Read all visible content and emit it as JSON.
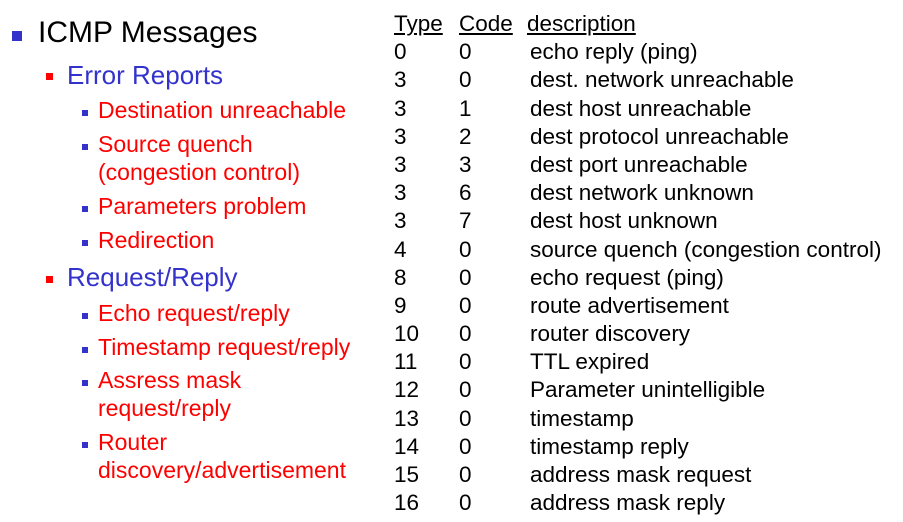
{
  "outline": {
    "title": "ICMP Messages",
    "groups": [
      {
        "label": "Error Reports",
        "items": [
          [
            "Destination unreachable"
          ],
          [
            "Source quench",
            "(congestion control)"
          ],
          [
            "Parameters problem"
          ],
          [
            "Redirection"
          ]
        ]
      },
      {
        "label": "Request/Reply",
        "items": [
          [
            "Echo request/reply"
          ],
          [
            "Timestamp request/reply"
          ],
          [
            "Assress mask",
            "request/reply"
          ],
          [
            "Router",
            "discovery/advertisement"
          ]
        ]
      }
    ]
  },
  "table": {
    "headers": {
      "type": "Type",
      "code": "Code",
      "description": "description"
    },
    "rows": [
      {
        "type": "0",
        "code": "0",
        "description": "echo reply (ping)"
      },
      {
        "type": "3",
        "code": "0",
        "description": "dest. network unreachable"
      },
      {
        "type": "3",
        "code": "1",
        "description": "dest host unreachable"
      },
      {
        "type": "3",
        "code": "2",
        "description": "dest protocol unreachable"
      },
      {
        "type": "3",
        "code": "3",
        "description": "dest port unreachable"
      },
      {
        "type": "3",
        "code": "6",
        "description": "dest network unknown"
      },
      {
        "type": "3",
        "code": "7",
        "description": "dest host unknown"
      },
      {
        "type": "4",
        "code": "0",
        "description": "source quench (congestion control)"
      },
      {
        "type": "8",
        "code": "0",
        "description": "echo request (ping)"
      },
      {
        "type": "9",
        "code": "0",
        "description": "route advertisement"
      },
      {
        "type": "10",
        "code": "0",
        "description": "router discovery"
      },
      {
        "type": "11",
        "code": "0",
        "description": "TTL expired"
      },
      {
        "type": "12",
        "code": "0",
        "description": "Parameter unintelligible"
      },
      {
        "type": "13",
        "code": "0",
        "description": "timestamp"
      },
      {
        "type": "14",
        "code": "0",
        "description": "timestamp reply"
      },
      {
        "type": "15",
        "code": "0",
        "description": "address mask request"
      },
      {
        "type": "16",
        "code": "0",
        "description": "address mask reply"
      }
    ]
  },
  "colors": {
    "level0_text": "#000000",
    "level1_text": "#3333cc",
    "level2_text": "#ff0000",
    "bullet_blue": "#3333cc",
    "bullet_red": "#ff0000"
  },
  "icons": {
    "bullet_level0": "square-bullet-icon",
    "bullet_level1": "square-bullet-icon",
    "bullet_level2": "square-bullet-icon"
  }
}
